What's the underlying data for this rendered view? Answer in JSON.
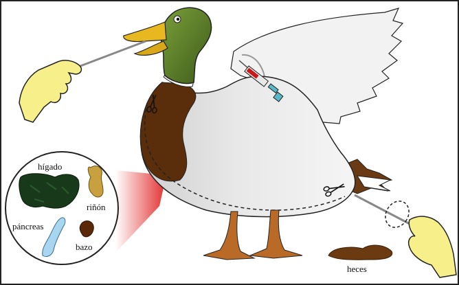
{
  "labels": {
    "liver": "hígado",
    "kidney": "riñón",
    "pancreas": "páncreas",
    "spleen": "bazo",
    "feces": "heces"
  },
  "colors": {
    "border": "#222222",
    "duck_head": "#5a7a2a",
    "duck_body": "#e2e2e2",
    "duck_breast": "#5a2e0a",
    "beak": "#e8b820",
    "legs": "#b86a26",
    "glove": "#f7f08a",
    "liver": "#183a1a",
    "kidney": "#c8a040",
    "pancreas": "#a8d6f0",
    "spleen": "#5a2a08",
    "feces": "#6b3a10",
    "highlight_cone": "#e01818",
    "syringe_fluid": "#c81818",
    "syringe_tip": "#58b8c8"
  },
  "icons": [
    "gloved-hand-icon",
    "swab-icon",
    "scissors-icon",
    "syringe-icon",
    "magnifier-circle-icon",
    "dashed-ellipse-icon"
  ]
}
